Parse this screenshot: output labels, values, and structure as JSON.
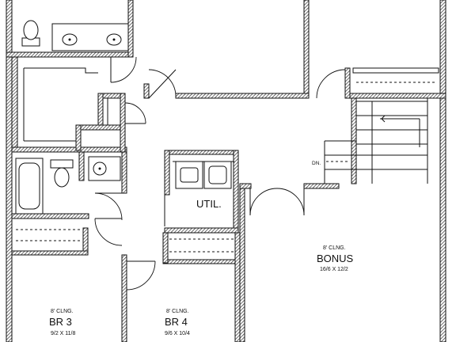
{
  "rooms": {
    "util": {
      "name": "UTIL."
    },
    "bonus": {
      "ceiling": "8' CLNG.",
      "name": "BONUS",
      "dims": "16/6 X 12/2"
    },
    "br3": {
      "ceiling": "8' CLNG.",
      "name": "BR 3",
      "dims": "9/2 X 11/8"
    },
    "br4": {
      "ceiling": "8' CLNG.",
      "name": "BR 4",
      "dims": "9/6 X 10/4"
    }
  },
  "stair": {
    "direction_label": "DN."
  },
  "colors": {
    "line": "#111111",
    "background": "#ffffff"
  }
}
